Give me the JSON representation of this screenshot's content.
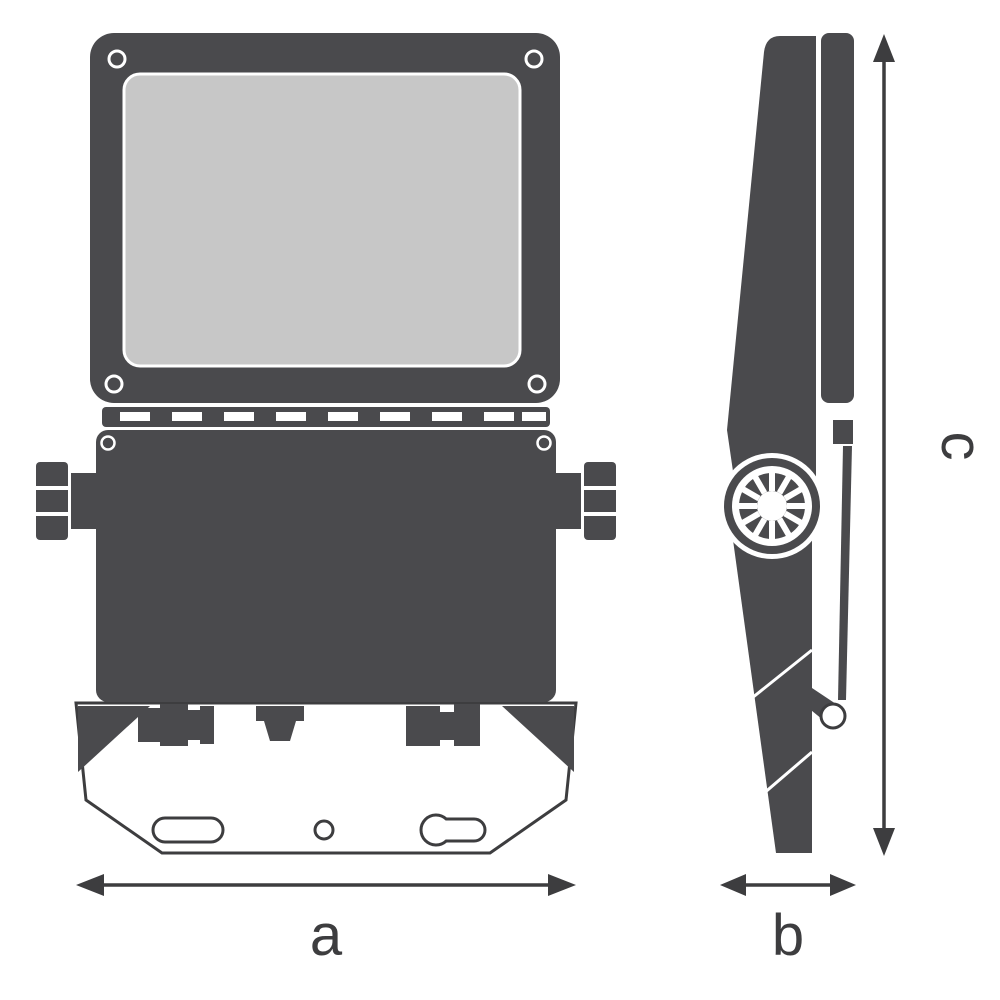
{
  "diagram": {
    "dimensions": {
      "a": "a",
      "b": "b",
      "c": "c"
    },
    "colors": {
      "body": "#4a4a4d",
      "lens": "#c7c7c7",
      "line": "#3d3d3f",
      "background": "#ffffff"
    }
  }
}
